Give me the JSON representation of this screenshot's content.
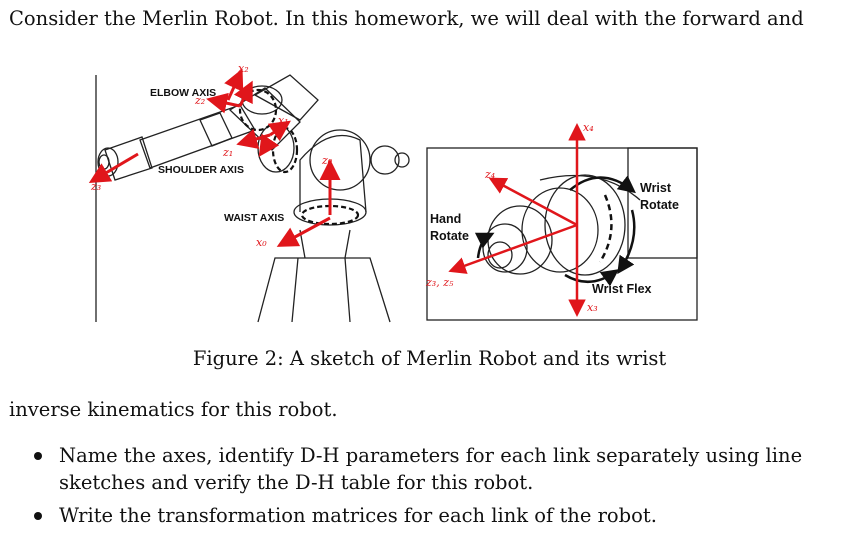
{
  "text": {
    "intro": "Consider the Merlin Robot. In this homework, we will deal with the forward and",
    "continuation": "inverse kinematics for this robot.",
    "caption": "Figure 2: A sketch of Merlin Robot and its wrist",
    "bullets": [
      {
        "line1": "Name the axes, identify D-H parameters for each link separately using line",
        "line2": "sketches and verify the D-H table for this robot."
      },
      {
        "line1": "Write the transformation matrices for each link of the robot."
      }
    ]
  },
  "figure": {
    "robot_labels": {
      "elbow": "ELBOW AXIS",
      "shoulder": "SHOULDER AXIS",
      "waist": "WAIST AXIS",
      "x2": "x₂",
      "z2": "z₂",
      "x1": "x₁",
      "z1": "z₁",
      "z0": "z₀",
      "x0": "x₀",
      "z3": "z₃"
    },
    "wrist_labels": {
      "x4": "x₄",
      "z4": "z₄",
      "wrist_rotate_1": "Wrist",
      "wrist_rotate_2": "Rotate",
      "hand_rotate_1": "Hand",
      "hand_rotate_2": "Rotate",
      "z3z5": "z₃, z₅",
      "wrist_flex": "Wrist Flex",
      "x3": "x₃"
    },
    "axis_color": "#e0161b"
  }
}
